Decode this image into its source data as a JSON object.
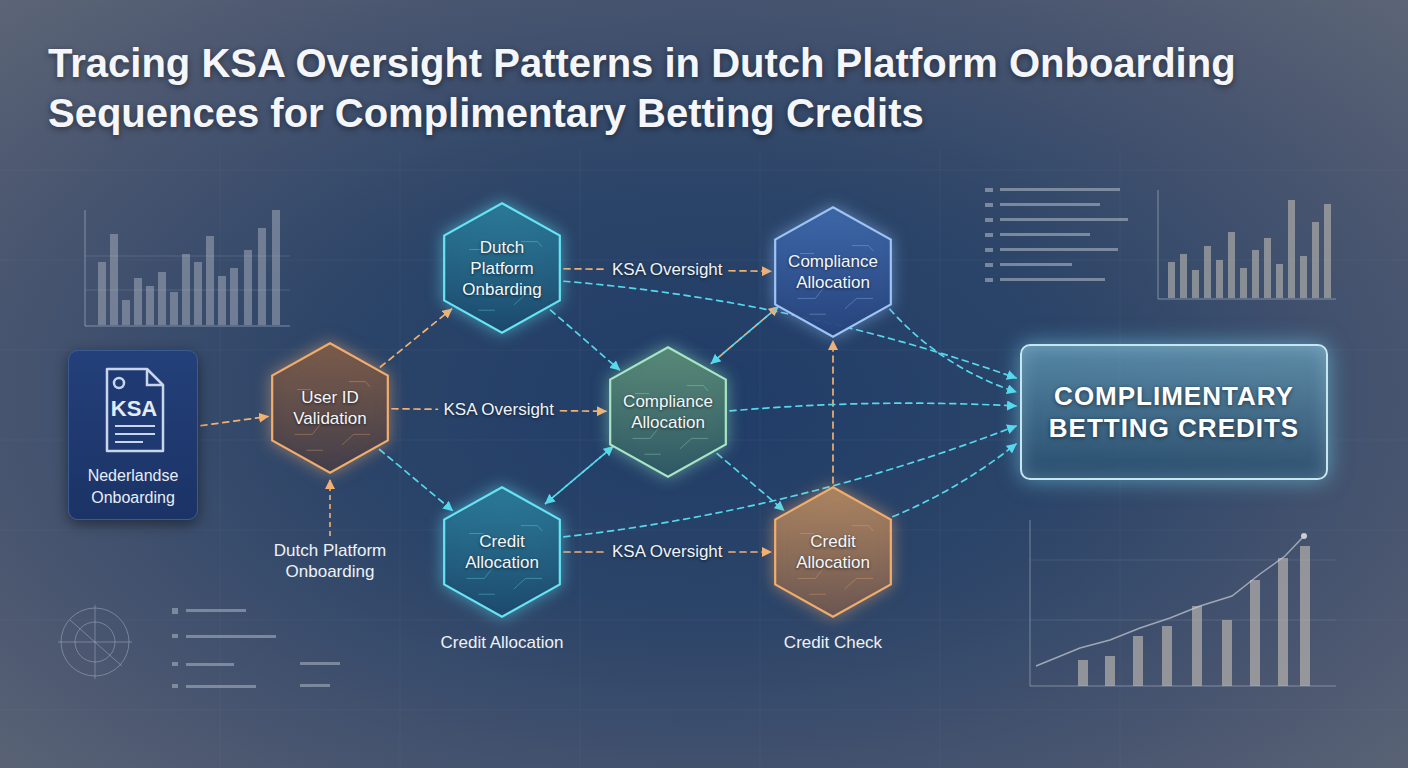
{
  "diagram": {
    "title": "Tracing KSA Oversight Patterns in Dutch Platform Onboarding Sequences for Complimentary Betting Credits",
    "nodes": [
      {
        "text": [
          "KSA",
          "Nederlandse Onboarding"
        ]
      },
      {
        "text": [
          "User ID Validation"
        ]
      },
      {
        "text": [
          "Dutch Platform Onbarding"
        ]
      },
      {
        "text": [
          "Compliance Allocation"
        ]
      },
      {
        "text": [
          "Compliance Allocation"
        ]
      },
      {
        "text": [
          "Credit Allocation",
          "Credit Allocation"
        ]
      },
      {
        "text": [
          "Credit Allocation",
          "Credit Check"
        ]
      },
      {
        "text": [
          "COMPLIMENTARY BETTING CREDITS"
        ]
      }
    ],
    "edges": [
      {
        "from": 0,
        "to": 1,
        "arrow": "to"
      },
      {
        "from": 1,
        "to": 2,
        "arrow": "to"
      },
      {
        "from": 1,
        "to": 4,
        "label": "KSA Oversight",
        "arrow": "to"
      },
      {
        "from": 1,
        "to": 5,
        "arrow": "to"
      },
      {
        "from": 2,
        "to": 3,
        "label": "KSA Oversight",
        "arrow": "to"
      },
      {
        "from": 2,
        "to": 4,
        "arrow": "to"
      },
      {
        "from": 2,
        "to": 7,
        "arrow": "to"
      },
      {
        "from": 4,
        "to": 3,
        "arrow": "to"
      },
      {
        "from": 3,
        "to": 4,
        "arrow": "to"
      },
      {
        "from": 5,
        "to": 4,
        "arrow": "to"
      },
      {
        "from": 4,
        "to": 5,
        "arrow": "to"
      },
      {
        "from": 5,
        "to": 6,
        "label": "KSA Oversight",
        "arrow": "to"
      },
      {
        "from": 6,
        "to": 3,
        "arrow": "to"
      },
      {
        "from": 4,
        "to": 7,
        "arrow": "to"
      },
      {
        "from": 3,
        "to": 7,
        "arrow": "to"
      },
      {
        "from": 5,
        "to": 7,
        "arrow": "to"
      },
      {
        "from": 6,
        "to": 7,
        "arrow": "to"
      },
      {
        "from": 4,
        "to": 6,
        "arrow": "to"
      }
    ],
    "labels": [
      "Dutch Platform Onboarding"
    ]
  }
}
